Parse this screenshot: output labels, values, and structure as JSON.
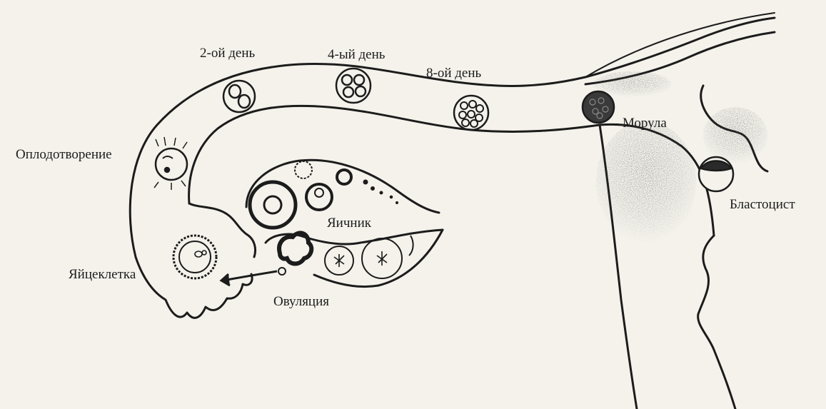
{
  "labels": {
    "fertilization": "Оплодотворение",
    "day2": "2-ой день",
    "day4": "4-ый день",
    "day8": "8-ой день",
    "morula": "Морула",
    "blastocyst": "Бластоцист",
    "ovary": "Яичник",
    "egg_cell": "Яйцеклетка",
    "ovulation": "Овуляция"
  },
  "colors": {
    "ink": "#1c1c1c",
    "paper": "#f4f2eb",
    "shading": "#2a2a2a"
  }
}
